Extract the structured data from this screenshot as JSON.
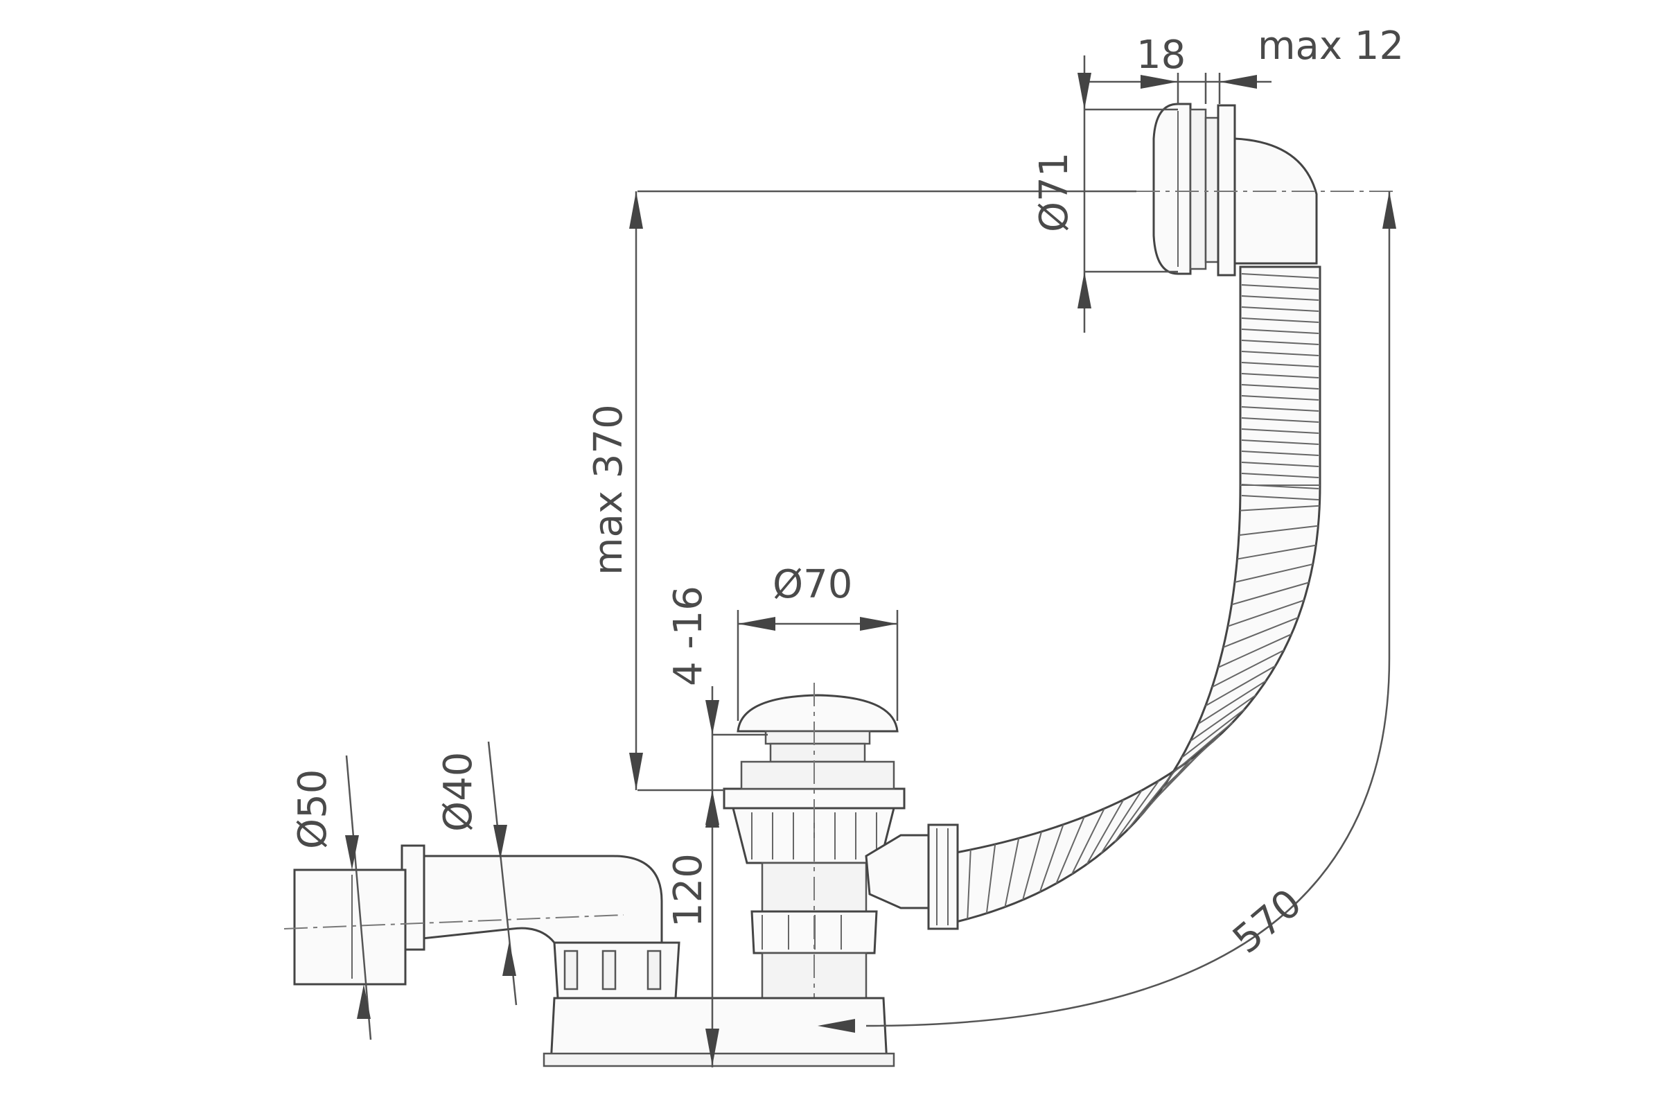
{
  "dimensions": {
    "overflow_depth": "18",
    "overflow_max": "max 12",
    "overflow_diameter": "Ø71",
    "max_height": "max 370",
    "drain_adjust": "4 -16",
    "drain_diameter": "Ø70",
    "outlet_outer": "Ø50",
    "outlet_inner": "Ø40",
    "trap_height": "120",
    "hose_length": "570"
  }
}
